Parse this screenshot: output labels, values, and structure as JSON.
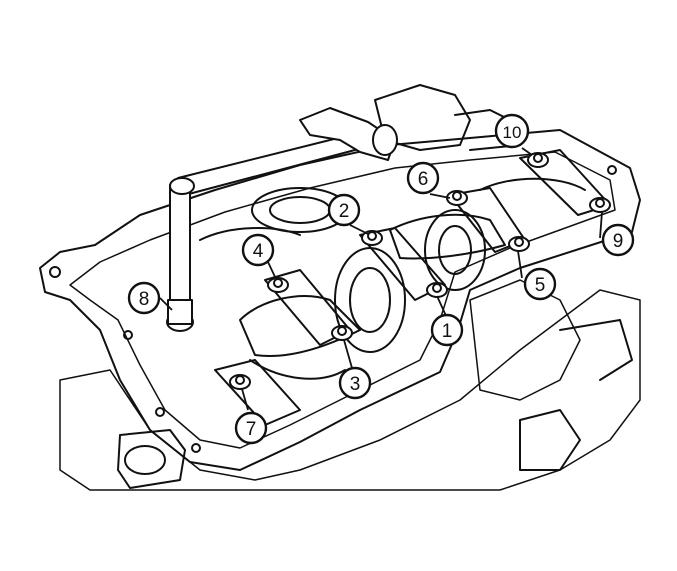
{
  "diagram": {
    "callouts": [
      {
        "id": "c1",
        "label": "1"
      },
      {
        "id": "c2",
        "label": "2"
      },
      {
        "id": "c3",
        "label": "3"
      },
      {
        "id": "c4",
        "label": "4"
      },
      {
        "id": "c5",
        "label": "5"
      },
      {
        "id": "c6",
        "label": "6"
      },
      {
        "id": "c7",
        "label": "7"
      },
      {
        "id": "c8",
        "label": "8"
      },
      {
        "id": "c9",
        "label": "9"
      },
      {
        "id": "c10",
        "label": "10"
      }
    ],
    "colors": {
      "ink": "#111111",
      "paper": "#ffffff"
    }
  }
}
